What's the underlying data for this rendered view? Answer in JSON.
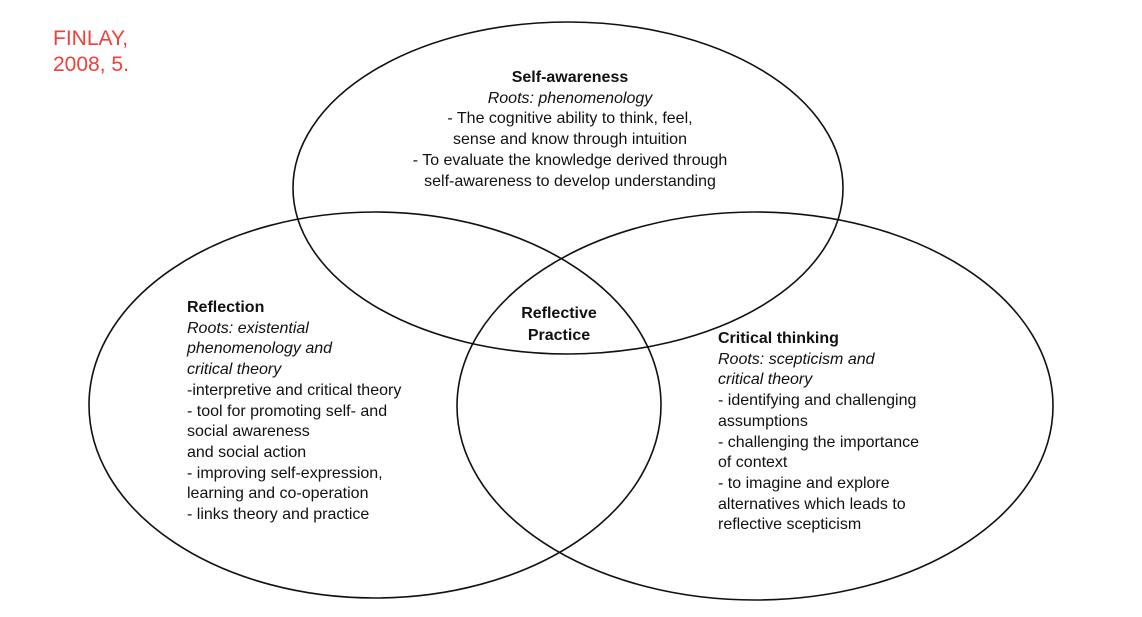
{
  "citation": {
    "line1": "FINLAY,",
    "line2": "2008, 5."
  },
  "circles": {
    "self_awareness": {
      "title": "Self-awareness",
      "roots": "Roots: phenomenology",
      "lines": [
        "- The cognitive ability to think, feel,",
        "sense and know through intuition",
        "- To evaluate the knowledge derived through",
        "self-awareness to develop understanding"
      ]
    },
    "reflection": {
      "title": "Reflection",
      "roots": [
        "Roots: existential",
        "phenomenology and",
        "critical theory"
      ],
      "lines": [
        "-interpretive and critical theory",
        "- tool for promoting self- and",
        "social awareness",
        "and social action",
        "- improving self-expression,",
        "learning and co-operation",
        "- links theory and practice"
      ]
    },
    "critical_thinking": {
      "title": "Critical thinking",
      "roots": [
        "Roots: scepticism and",
        "critical theory"
      ],
      "lines": [
        "- identifying and challenging",
        "assumptions",
        "- challenging the importance",
        "of context",
        "- to imagine and explore",
        "alternatives which leads to",
        "reflective scepticism"
      ]
    }
  },
  "intersection": {
    "line1": "Reflective",
    "line2": "Practice"
  },
  "colors": {
    "citation": "#f0403a",
    "stroke": "#111111"
  }
}
